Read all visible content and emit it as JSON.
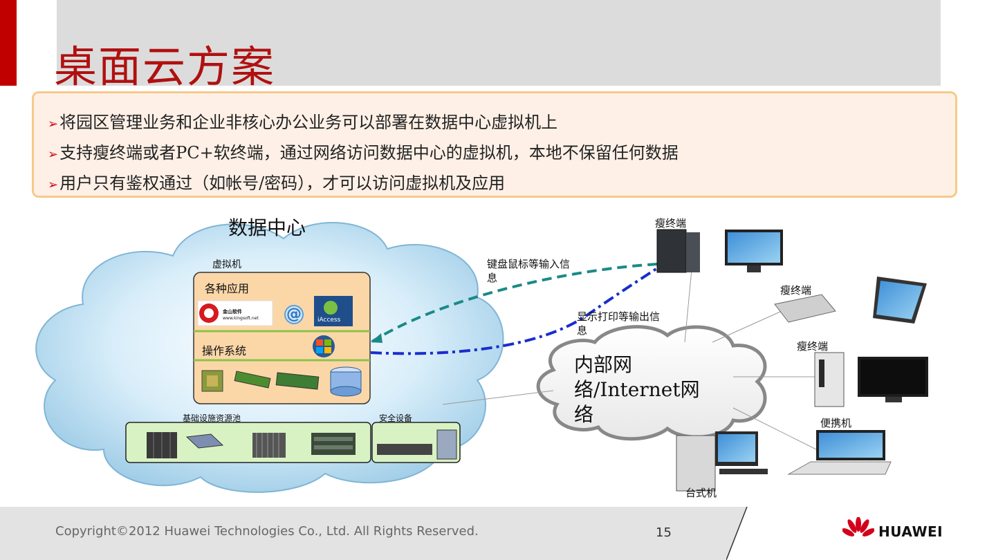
{
  "slide": {
    "title": "桌面云方案",
    "bullets": [
      "将园区管理业务和企业非核心办公业务可以部署在数据中心虚拟机上",
      "支持瘦终端或者PC+软终端，通过网络访问数据中心的虚拟机，本地不保留任何数据",
      "用户只有鉴权通过（如帐号/密码），才可以访问虚拟机及应用"
    ],
    "bullet_marker": "➢"
  },
  "diagram": {
    "datacenter_label": "数据中心",
    "vm_label": "虚拟机",
    "apps_label": "各种应用",
    "os_label": "操作系统",
    "kingsoft_name": "金山软件",
    "kingsoft_url": "www.kingsoft.net",
    "at_symbol": "@",
    "iaccess_label": "iAccess",
    "infra_label": "基础设施资源池",
    "security_label": "安全设备",
    "input_flow_label": "键盘鼠标等输入信息",
    "output_flow_label": "显示打印等输出信息",
    "network_label": "内部网络/Internet网络",
    "thin_client_1": "瘦终端",
    "thin_client_2": "瘦终端",
    "thin_client_3": "瘦终端",
    "laptop_label": "便携机",
    "desktop_label": "台式机"
  },
  "footer": {
    "copyright": "Copyright©2012 Huawei Technologies Co., Ltd. All Rights Reserved.",
    "page_number": "15",
    "brand": "HUAWEI"
  },
  "colors": {
    "accent_red": "#c00000",
    "title_red": "#b01010",
    "bullet_border": "#f7c98a",
    "bullet_bg": "#fef0e6",
    "dashed_teal": "#1a8a86",
    "dashdot_blue": "#1a2dcc",
    "cloud_blue": "#b9dcf0",
    "vm_box_fill": "#fbd7a8",
    "infra_box_fill": "#d9f2c4"
  }
}
